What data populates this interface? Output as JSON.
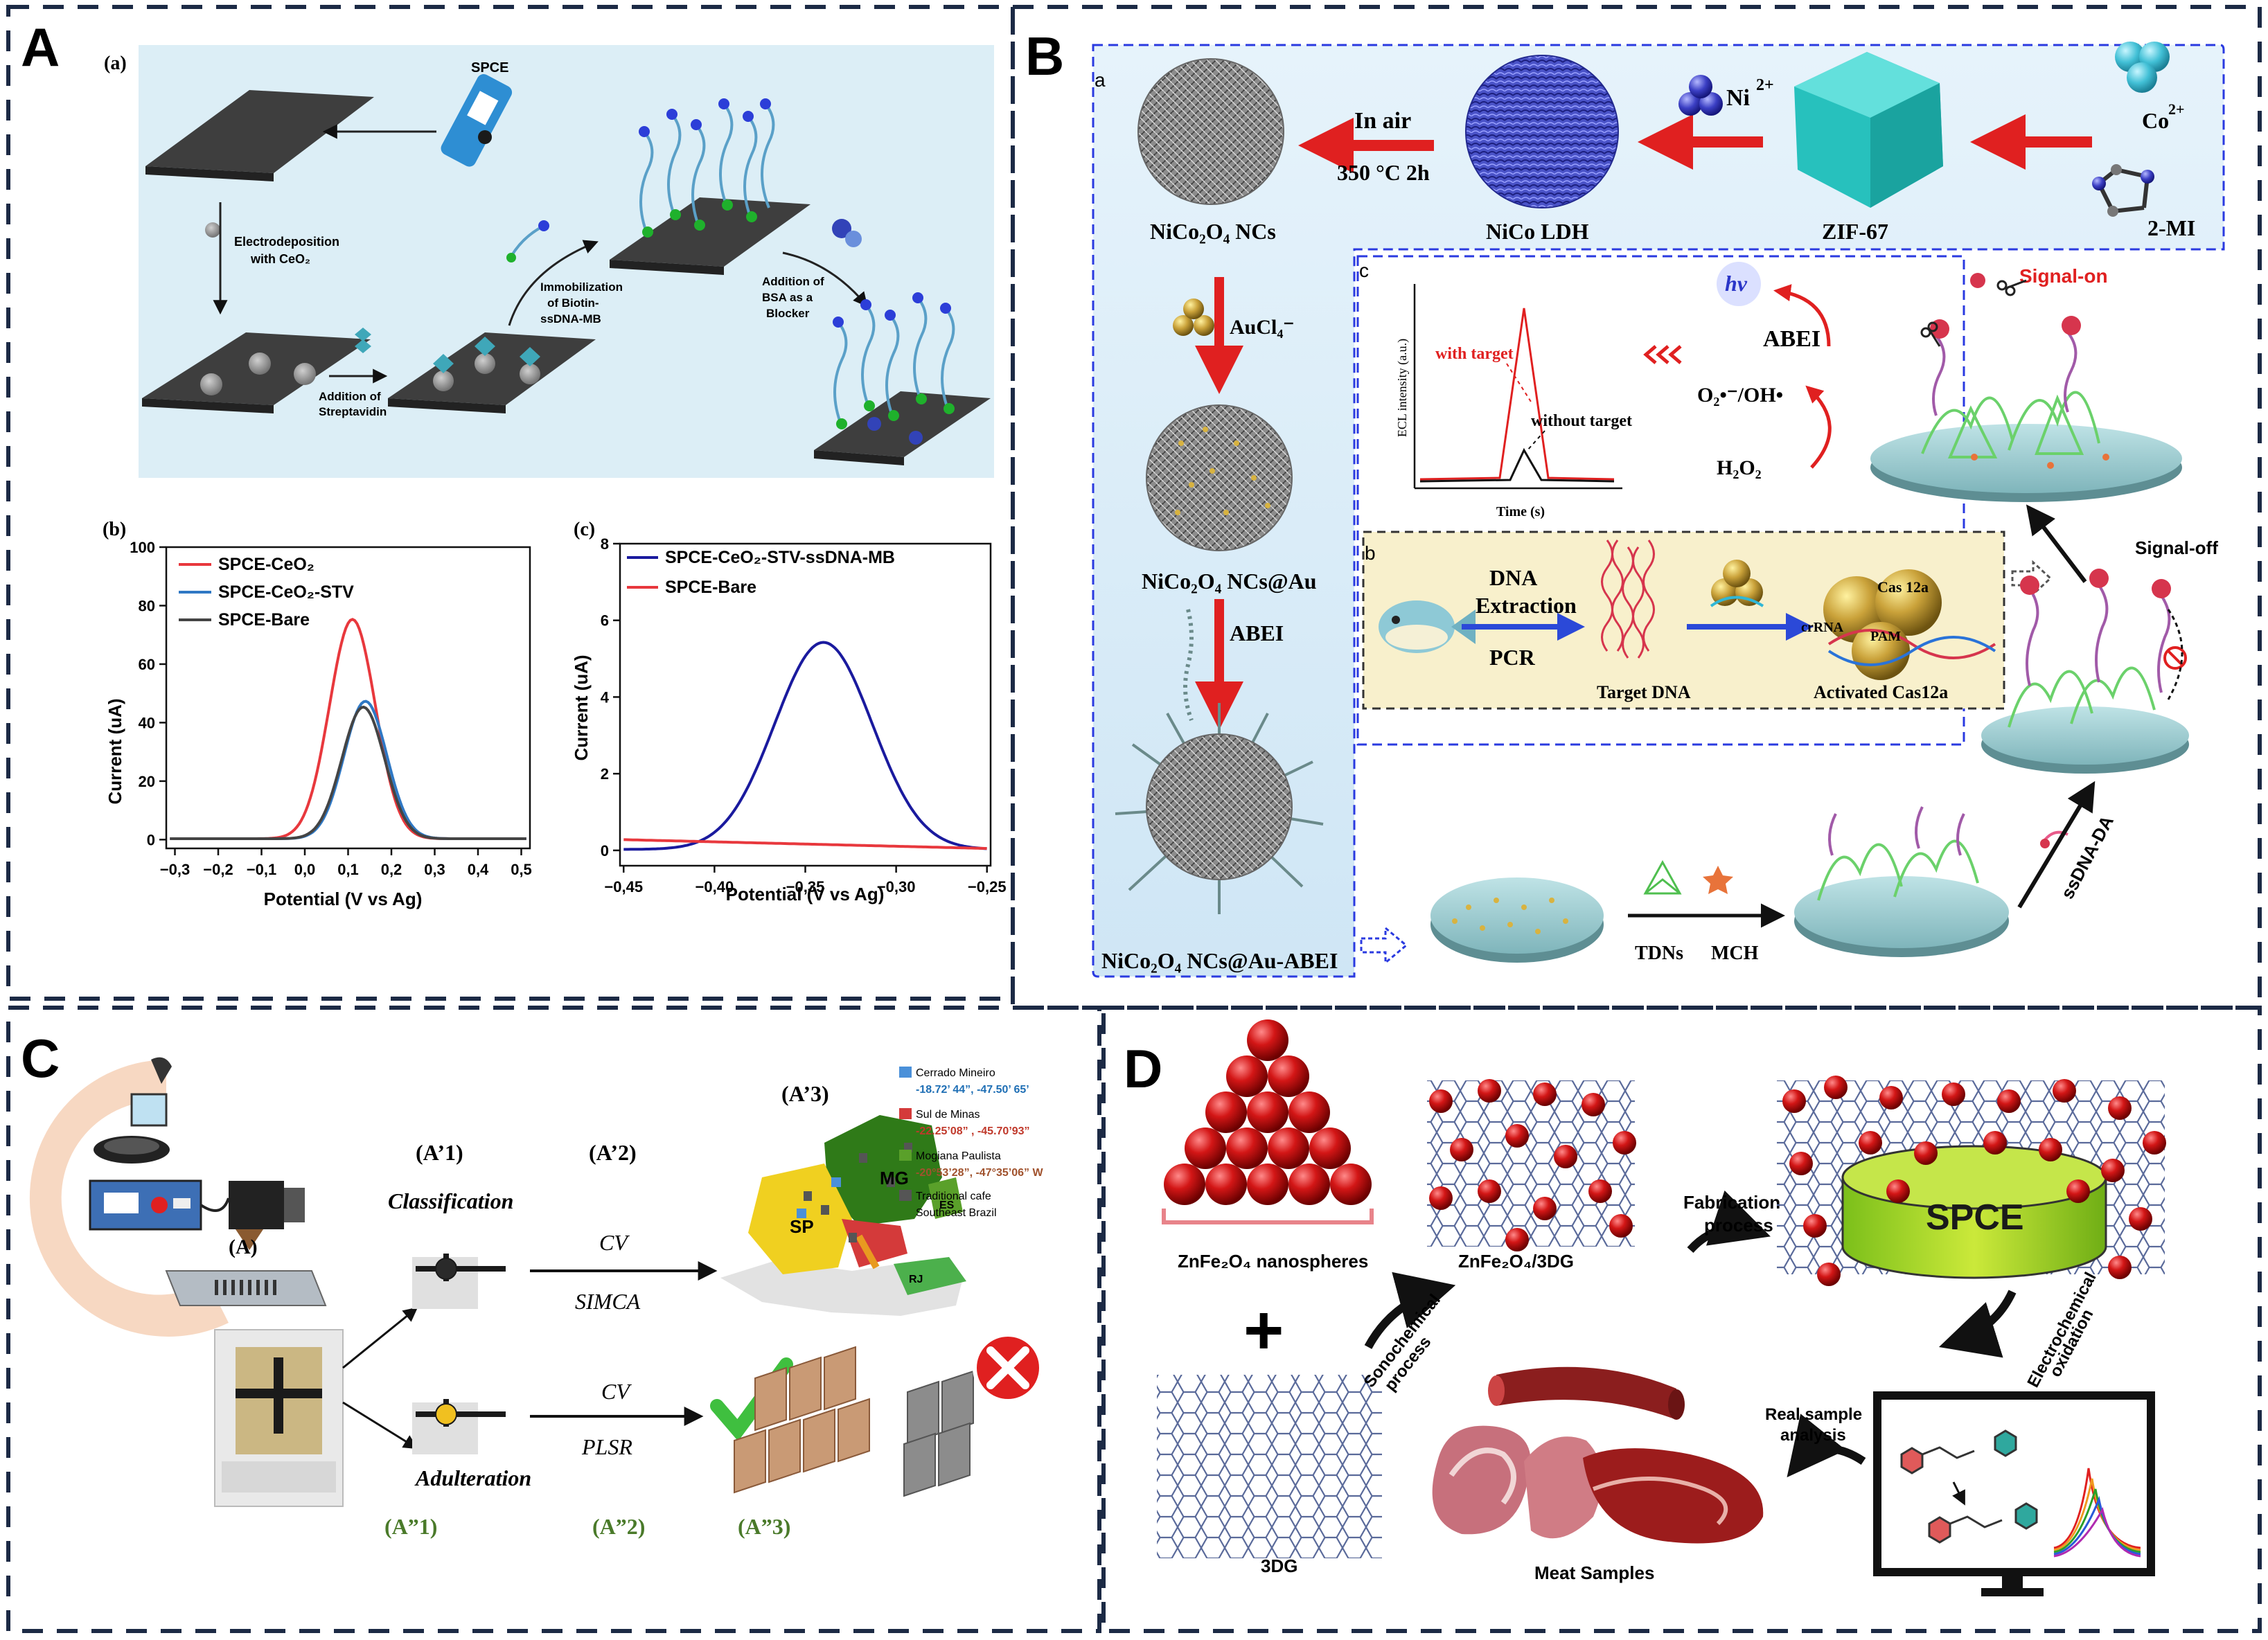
{
  "panels": {
    "A": {
      "letter": "A",
      "scheme": {
        "sublabel": "(a)",
        "spce_label": "SPCE",
        "step_electrodeposition": "Electrodeposition",
        "step_with_ceo2": "with CeO₂",
        "step_addition_of": "Addition of",
        "step_streptavidin": "Streptavidin",
        "step_immobilization": "Immobilization",
        "step_of_biotin": "of Biotin-",
        "step_ssdna_mb": "ssDNA-MB",
        "step_bsa_1": "Addition of",
        "step_bsa_2": "BSA as a",
        "step_bsa_3": "Blocker"
      }
    },
    "B": {
      "letter": "B",
      "sub_a": "a",
      "sub_b": "b",
      "sub_c": "c",
      "ni": "Ni",
      "ni_sup": "2+",
      "co": "Co",
      "co_sup": "2+",
      "in_air": "In air",
      "temp": "350 °C  2h",
      "nico2o4": "NiCo₂O₄ NCs",
      "nico_ldh": "NiCo LDH",
      "zif": "ZIF-67",
      "two_mi": "2-MI",
      "aucl": "AuCl₄⁻",
      "nico2o4_au": "NiCo₂O₄ NCs@Au",
      "abei_step": "ABEI",
      "nico2o4_au_abei": "NiCo₂O₄ NCs@Au-ABEI",
      "hv": "hv",
      "abei": "ABEI",
      "radicals": "O₂•⁻/OH•",
      "h2o2": "H₂O₂",
      "signal_on": "Signal-on",
      "signal_off": "Signal-off",
      "dna_extraction_1": "DNA",
      "dna_extraction_2": "Extraction",
      "pcr": "PCR",
      "target_dna": "Target DNA",
      "activated_cas": "Activated Cas12a",
      "cas12a": "Cas 12a",
      "crrna": "crRNA",
      "pam": "PAM",
      "tdns": "TDNs",
      "mch": "MCH",
      "ssdna_da": "ssDNA-DA",
      "ecl_ylabel": "ECL intensity (a.u.)",
      "ecl_xlabel": "Time (s)",
      "with_target": "with target",
      "without_target": "without target"
    },
    "C": {
      "letter": "C",
      "a_label": "(A)",
      "a1": "(A’1)",
      "a2": "(A’2)",
      "a3": "(A’3)",
      "classification": "Classification",
      "adulteration": "Adulteration",
      "cv_top": "CV",
      "simca": "SIMCA",
      "cv_bottom": "CV",
      "plsr": "PLSR",
      "a_dd1": "(A”1)",
      "a_dd2": "(A”2)",
      "a_dd3": "(A”3)",
      "map_mg": "MG",
      "map_sp": "SP",
      "map_es": "ES",
      "map_rj": "RJ",
      "legend": [
        {
          "name": "Cerrado Mineiro",
          "coords": "-18.72’ 44”, -47.50’ 65’",
          "color": "#1f6fb5"
        },
        {
          "name": "Sul de Minas",
          "coords": "-22.25’08” , -45.70’93”",
          "color": "#c0392b"
        },
        {
          "name": "Mogiana Paulista",
          "coords": "-20°53’28”, -47°35’06” W",
          "color": "#a0522d"
        },
        {
          "name": "Traditional cafe",
          "coords": "Southeast Brazil",
          "color": "#333333"
        }
      ]
    },
    "D": {
      "letter": "D",
      "nanospheres": "ZnFe₂O₄ nanospheres",
      "composite": "ZnFe₂O₄/3DG",
      "threedg": "3DG",
      "sono_1": "Sonochemical",
      "sono_2": "process",
      "fab_1": "Fabrication",
      "fab_2": "process",
      "spce": "SPCE",
      "electro_1": "Electrochemical",
      "electro_2": "oxidation",
      "real_1": "Real sample",
      "real_2": "analysis",
      "meat": "Meat Samples",
      "plus": "+"
    }
  },
  "chart_data": [
    {
      "type": "line",
      "sublabel": "(b)",
      "xlabel": "Potential (V vs Ag)",
      "ylabel": "Current (uA)",
      "xlim": [
        -0.32,
        0.52
      ],
      "ylim": [
        -3,
        100
      ],
      "xticks": [
        -0.3,
        -0.2,
        -0.1,
        0.0,
        0.1,
        0.2,
        0.3,
        0.4,
        0.5
      ],
      "xtick_labels": [
        "−0,3",
        "−0,2",
        "−0,1",
        "0,0",
        "0,1",
        "0,2",
        "0,3",
        "0,4",
        "0,5"
      ],
      "yticks": [
        0,
        20,
        40,
        60,
        80,
        100
      ],
      "series": [
        {
          "name": "SPCE-CeO₂",
          "color": "#e8383d",
          "peak_x": 0.11,
          "peak_y": 75,
          "width": 0.075
        },
        {
          "name": "SPCE-CeO₂-STV",
          "color": "#2f78c4",
          "peak_x": 0.14,
          "peak_y": 47,
          "width": 0.07
        },
        {
          "name": "SPCE-Bare",
          "color": "#444444",
          "peak_x": 0.135,
          "peak_y": 45,
          "width": 0.07
        }
      ]
    },
    {
      "type": "line",
      "sublabel": "(c)",
      "xlabel": "Potential (V vs Ag)",
      "ylabel": "Current (uA)",
      "xlim": [
        -0.452,
        -0.248
      ],
      "ylim": [
        -0.4,
        8
      ],
      "xticks": [
        -0.45,
        -0.4,
        -0.35,
        -0.3,
        -0.25
      ],
      "xtick_labels": [
        "−0,45",
        "−0,40",
        "−0,35",
        "−0,30",
        "−0,25"
      ],
      "yticks": [
        0,
        2,
        4,
        6,
        8
      ],
      "series": [
        {
          "name": "SPCE-CeO₂-STV-ssDNA-MB",
          "color": "#1a1a9e",
          "peak_x": -0.34,
          "peak_y": 5.4,
          "width": 0.038
        },
        {
          "name": "SPCE-Bare",
          "color": "#e8383d",
          "start_y": 0.28,
          "end_y": 0.05
        }
      ]
    }
  ]
}
